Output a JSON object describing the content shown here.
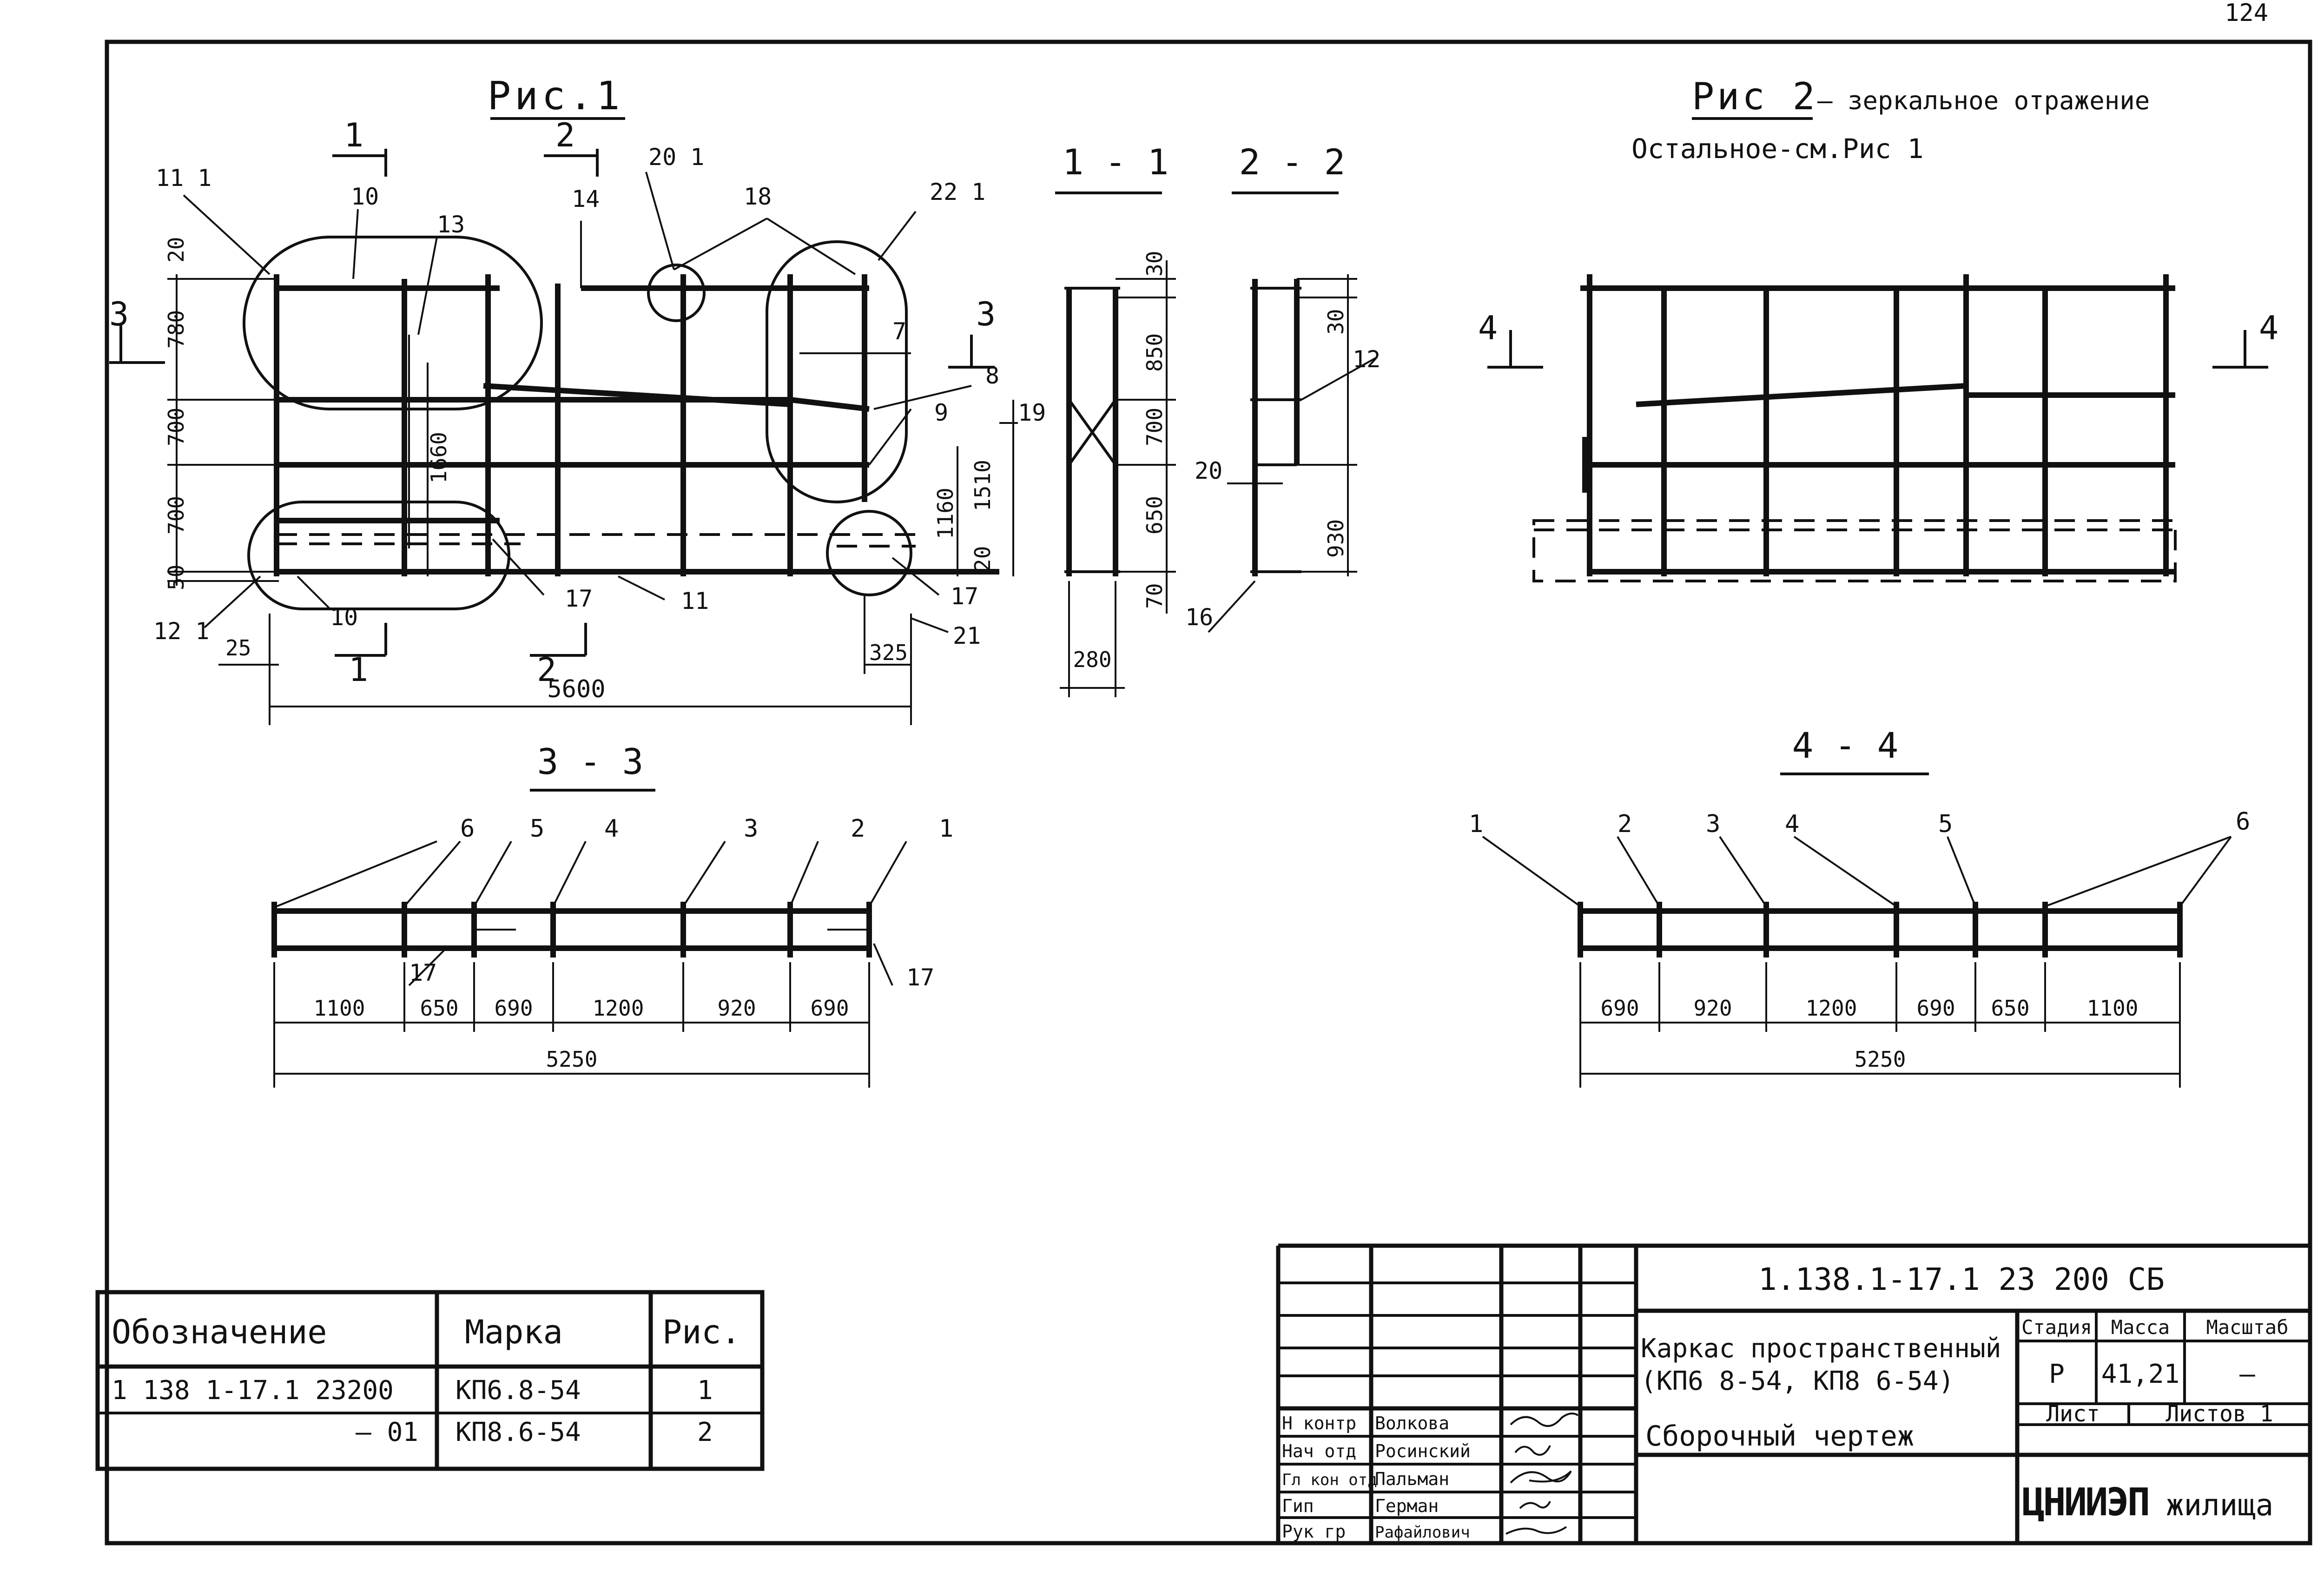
{
  "corner_number": "124",
  "fig1": {
    "title": "Рис.1",
    "section_1": "1",
    "section_2": "2",
    "section_3": "3",
    "callouts": {
      "c11_1": "11 1",
      "c10": "10",
      "c13": "13",
      "c14": "14",
      "c20_1": "20 1",
      "c18": "18",
      "c22_1": "22 1",
      "c7": "7",
      "c8": "8",
      "c9": "9",
      "c19": "19",
      "c12_1": "12 1",
      "c10b": "10",
      "c17a": "17",
      "c11": "11",
      "c17b": "17",
      "c21": "21"
    },
    "dims": {
      "d20": "20",
      "d780": "780",
      "d700a": "700",
      "d700b": "700",
      "d50": "50",
      "d1660": "1660",
      "d1160": "1160",
      "d1510": "1510",
      "d20b": "20",
      "d25": "25",
      "d325": "325",
      "d5600": "5600"
    }
  },
  "sec11": {
    "title": "1 - 1",
    "dims": {
      "d30": "30",
      "d850": "850",
      "d700": "700",
      "d650": "650",
      "d70": "70",
      "d280": "280"
    }
  },
  "sec22": {
    "title": "2 - 2",
    "callouts": {
      "c12": "12",
      "c20": "20",
      "c16": "16"
    },
    "dims": {
      "d30": "30",
      "d930": "930"
    }
  },
  "fig2": {
    "title": "Рис 2",
    "subtitle": "— зеркальное отражение",
    "note": "Остальное-см.Рис 1",
    "section_4": "4"
  },
  "sec33": {
    "title": "3 - 3",
    "items": [
      "6",
      "5",
      "4",
      "3",
      "2",
      "1"
    ],
    "callout_17a": "17",
    "callout_17b": "17",
    "dims": [
      "1100",
      "650",
      "690",
      "1200",
      "920",
      "690"
    ],
    "total": "5250"
  },
  "sec44": {
    "title": "4 - 4",
    "items": [
      "1",
      "2",
      "3",
      "4",
      "5",
      "6"
    ],
    "dims": [
      "690",
      "920",
      "1200",
      "690",
      "650",
      "1100"
    ],
    "total": "5250"
  },
  "spec_table": {
    "headers": [
      "Обозначение",
      "Марка",
      "Рис."
    ],
    "rows": [
      [
        "1 138 1-17.1 23200",
        "КП6.8-54",
        "1"
      ],
      [
        "— 01",
        "КП8.6-54",
        "2"
      ]
    ]
  },
  "title_block": {
    "doc_code": "1.138.1-17.1  23 200 СБ",
    "name_line1": "Каркас пространственный",
    "name_line2": "(КП6 8-54, КП8 6-54)",
    "drawing_type": "Сборочный чертеж",
    "labels": {
      "stage": "Стадия",
      "mass": "Масса",
      "scale": "Масштаб",
      "sheet": "Лист",
      "sheets": "Листов 1"
    },
    "values": {
      "stage": "Р",
      "mass": "41,21",
      "scale": "—"
    },
    "org": "ЦНИИЭП",
    "org_suffix": "жилища",
    "signatures": [
      {
        "role": "Н контр",
        "name": "Волкова"
      },
      {
        "role": "Нач отд",
        "name": "Росинский"
      },
      {
        "role": "Гл кон отд",
        "name": "Пальман"
      },
      {
        "role": "Гип",
        "name": "Герман"
      },
      {
        "role": "Рук гр",
        "name": "Рафайлович"
      }
    ]
  }
}
